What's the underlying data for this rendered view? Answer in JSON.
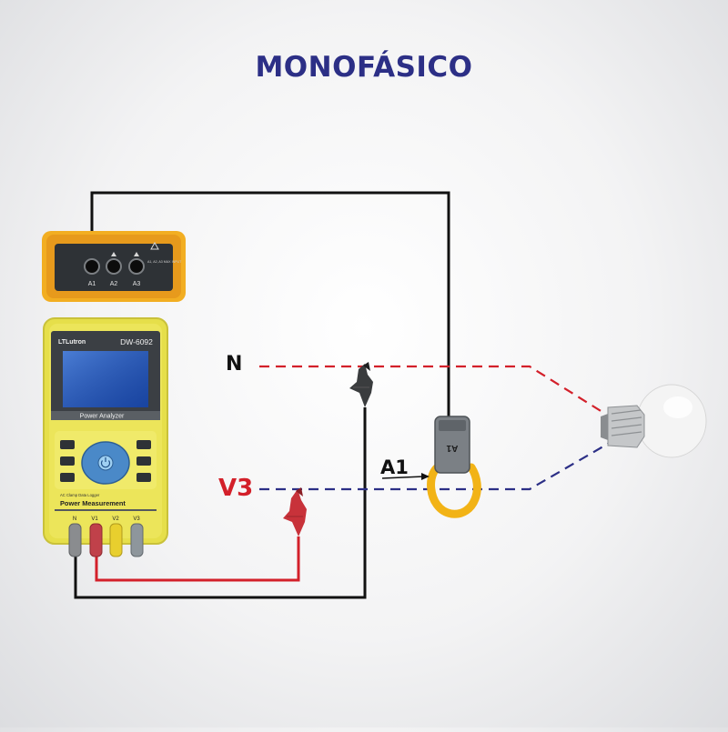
{
  "title": "MONOFÁSICO",
  "labels": {
    "neutral": "N",
    "clamp": "A1",
    "voltage": "V3"
  },
  "meter": {
    "brand": "LTLutron",
    "model": "DW-6092",
    "screen_caption": "Power Analyzer",
    "series_caption": "AC Clamp Data Logger",
    "body_caption": "Power Measurement",
    "terminals": [
      "N",
      "V1",
      "V2",
      "V3"
    ],
    "terminal_colors": [
      "#8a8c8f",
      "#c0414a",
      "#e8cf2e",
      "#8e969c"
    ],
    "body_color": "#e7e04d",
    "power_icon": "power-icon"
  },
  "current_module": {
    "inputs": [
      "A1",
      "A2",
      "A3"
    ],
    "note": "A1, A2, A3 MAX INPUT"
  },
  "clamp": {
    "label": "A1"
  },
  "wires": {
    "neutral_color": "#d3202a",
    "line_color": "#2c2f86",
    "lead_black": "#111111",
    "lead_red": "#d3202a"
  }
}
